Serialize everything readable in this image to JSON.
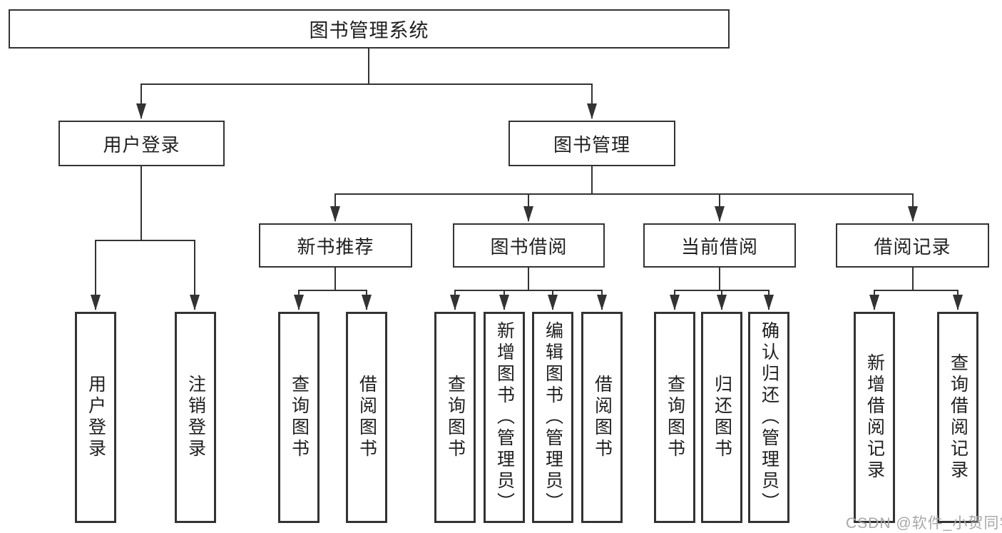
{
  "colors": {
    "line": "#333333",
    "box_border": "#333333",
    "text": "#1f1f1f",
    "watermark": "#a8a8a8",
    "background": "#ffffff"
  },
  "root": {
    "label": "图书管理系统"
  },
  "level2": [
    {
      "label": "用户登录",
      "parent": "图书管理系统"
    },
    {
      "label": "图书管理",
      "parent": "图书管理系统"
    }
  ],
  "level3": [
    {
      "label": "新书推荐",
      "parent": "图书管理"
    },
    {
      "label": "图书借阅",
      "parent": "图书管理"
    },
    {
      "label": "当前借阅",
      "parent": "图书管理"
    },
    {
      "label": "借阅记录",
      "parent": "图书管理"
    }
  ],
  "leaves": [
    {
      "label": "用户登录",
      "parent": "用户登录"
    },
    {
      "label": "注销登录",
      "parent": "用户登录"
    },
    {
      "label": "查询图书",
      "parent": "新书推荐"
    },
    {
      "label": "借阅图书",
      "parent": "新书推荐"
    },
    {
      "label": "查询图书",
      "parent": "图书借阅"
    },
    {
      "label": "新增图书（管理员）",
      "parent": "图书借阅"
    },
    {
      "label": "编辑图书（管理员）",
      "parent": "图书借阅"
    },
    {
      "label": "借阅图书",
      "parent": "图书借阅"
    },
    {
      "label": "查询图书",
      "parent": "当前借阅"
    },
    {
      "label": "归还图书",
      "parent": "当前借阅"
    },
    {
      "label": "确认归还（管理员）",
      "parent": "当前借阅"
    },
    {
      "label": "新增借阅记录",
      "parent": "借阅记录"
    },
    {
      "label": "查询借阅记录",
      "parent": "借阅记录"
    }
  ],
  "watermark": {
    "text": "CSDN @软件_小贺同学"
  }
}
